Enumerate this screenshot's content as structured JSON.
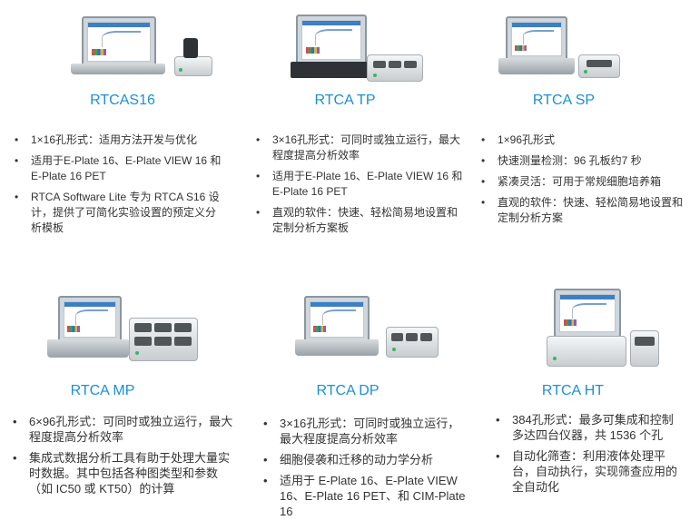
{
  "products": [
    {
      "title": "RTCAS16",
      "features": [
        "1×16孔形式：适用方法开发与优化",
        "适用于E-Plate 16、E-Plate VIEW 16 和 E-Plate 16 PET",
        "RTCA Software Lite 专为 RTCA S16 设计，提供了可简化实验设置的预定义分析模板"
      ]
    },
    {
      "title": "RTCA TP",
      "features": [
        "3×16孔形式：可同时或独立运行，最大程度提高分析效率",
        "适用于E-Plate 16、E-Plate VIEW 16 和 E-Plate 16 PET",
        "直观的软件：快速、轻松简易地设置和定制分析方案板"
      ]
    },
    {
      "title": "RTCA SP",
      "features": [
        "1×96孔形式",
        "快速测量检测：96 孔板约7 秒",
        "紧凑灵活：可用于常规细胞培养箱",
        "直观的软件：快速、轻松简易地设置和定制分析方案"
      ]
    },
    {
      "title": "RTCA MP",
      "features": [
        "6×96孔形式：可同时或独立运行，最大程度提高分析效率",
        "集成式数据分析工具有助于处理大量实时数据。其中包括各种图类型和参数（如 IC50 或 KT50）的计算"
      ]
    },
    {
      "title": "RTCA DP",
      "features": [
        "3×16孔形式：可同时或独立运行，最大程度提高分析效率",
        "细胞侵袭和迁移的动力学分析",
        "适用于 E-Plate 16、E-Plate VIEW 16、E-Plate 16 PET、和 CIM-Plate 16"
      ]
    },
    {
      "title": "RTCA HT",
      "features": [
        "384孔形式：最多可集成和控制多达四台仪器，共 1536 个孔",
        "自动化筛查：利用液体处理平台，自动执行，实现筛查应用的全自动化"
      ]
    }
  ],
  "colors": {
    "title": "#1b8fd6",
    "text": "#333333"
  }
}
